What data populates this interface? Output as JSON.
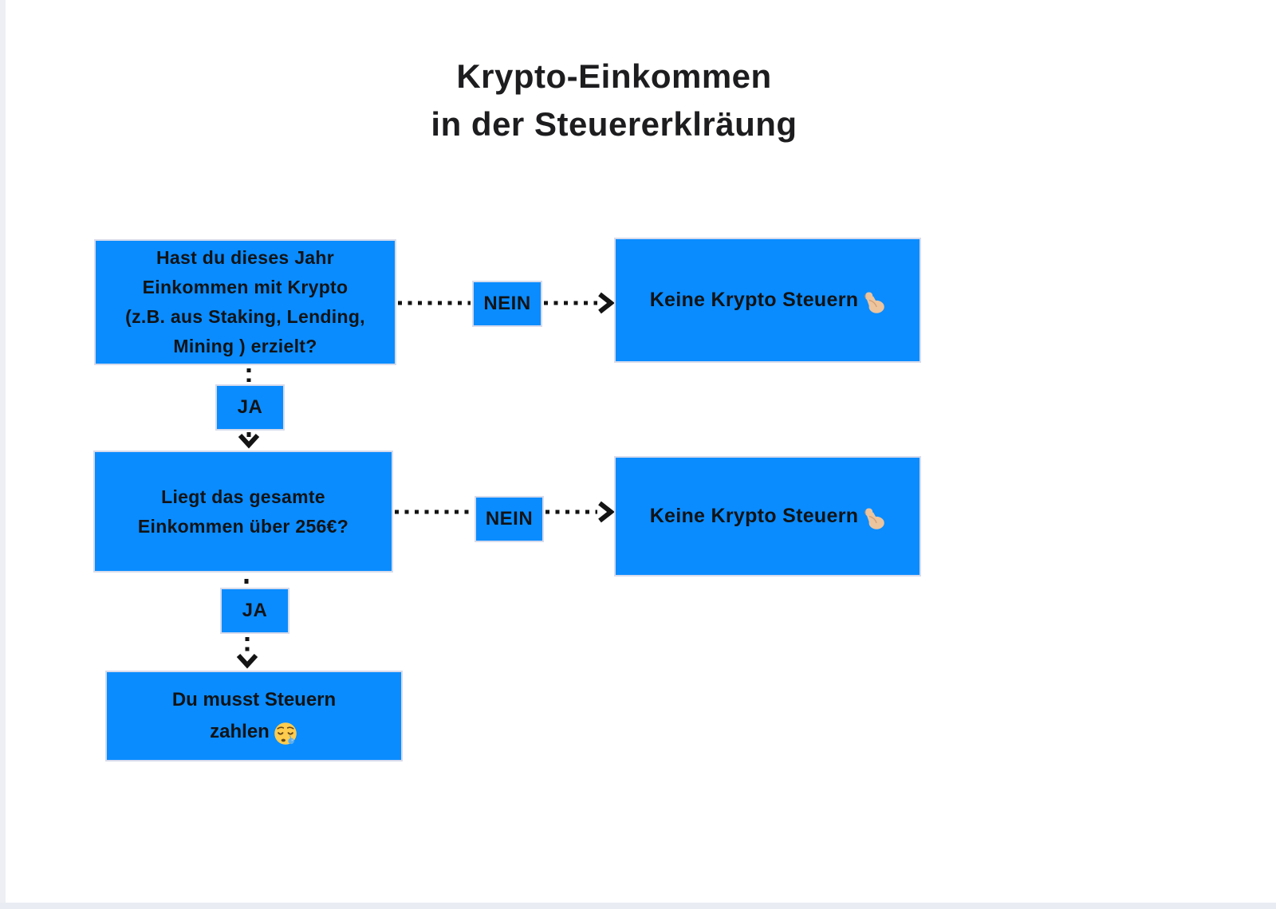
{
  "title": {
    "line1": "Krypto-Einkommen",
    "line2": "in der Steuererklräung"
  },
  "colors": {
    "node_blue": "#0a8cff",
    "node_border": "#d7dbec",
    "text": "#131316",
    "connector": "#141414",
    "background": "#ffffff",
    "gutter": "#edeff5"
  },
  "nodes": {
    "q1": {
      "lines": [
        "Hast du dieses Jahr",
        "Einkommen mit Krypto",
        "(z.B. aus Staking, Lending,",
        "Mining ) erzielt?"
      ]
    },
    "result1": {
      "label": "Keine Krypto Steuern",
      "emoji": "💪🏼"
    },
    "q2": {
      "lines": [
        "Liegt das gesamte",
        "Einkommen über 256€?"
      ]
    },
    "result2": {
      "label": "Keine Krypto Steuern",
      "emoji": "💪🏼"
    },
    "final": {
      "lines": [
        "Du musst Steuern",
        "zahlen"
      ],
      "emoji": "😪"
    }
  },
  "edges": [
    {
      "from": "q1",
      "to": "result1",
      "label": "NEIN"
    },
    {
      "from": "q1",
      "to": "q2",
      "label": "JA"
    },
    {
      "from": "q2",
      "to": "result2",
      "label": "NEIN"
    },
    {
      "from": "q2",
      "to": "final",
      "label": "JA"
    }
  ]
}
